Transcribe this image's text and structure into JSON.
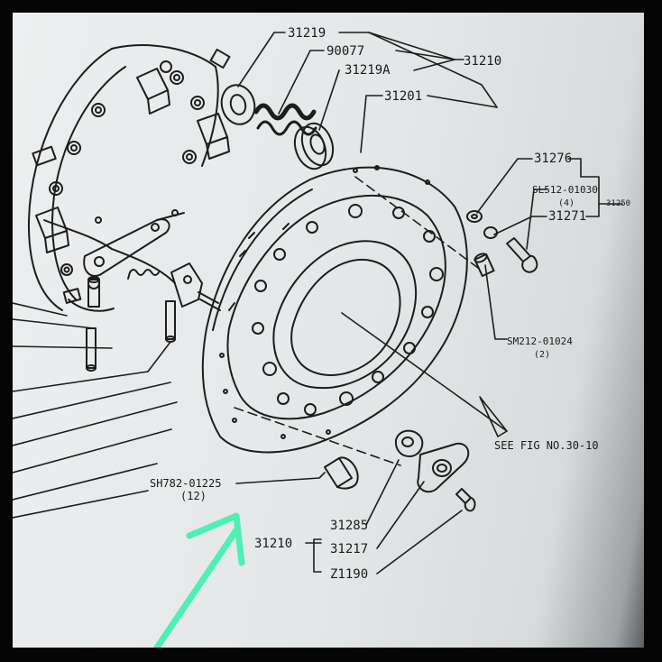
{
  "diagram": {
    "labels": {
      "p31219": "31219",
      "p90077": "90077",
      "p31219a": "31219A",
      "p31201": "31201",
      "p31210_top": "31210",
      "p31276": "31276",
      "sl512": "SL512-01030",
      "sl512_qty": "(4)",
      "sl512_ref": "31250",
      "p31271": "31271",
      "sm212": "SM212-01024",
      "sm212_qty": "(2)",
      "see_fig": "SEE FIG NO.30-10",
      "sh782": "SH782-01225",
      "sh782_qty": "(12)",
      "p31285": "31285",
      "p31217": "31217",
      "z1190": "Z1190",
      "p31210_bottom": "31210"
    },
    "arrow_color": "#4ff0b4"
  }
}
